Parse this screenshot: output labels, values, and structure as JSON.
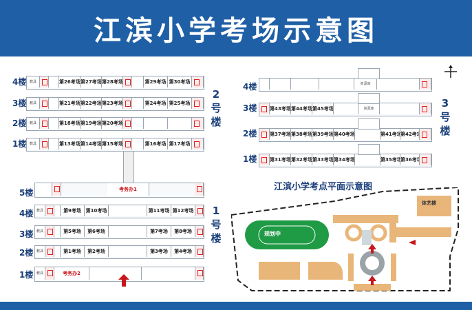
{
  "title": "江滨小学考场示意图",
  "building1": {
    "name": "1号楼",
    "floors": [
      {
        "label": "5楼",
        "rooms": [
          "考务办1"
        ]
      },
      {
        "label": "4楼",
        "rooms": [
          "第9考场",
          "第10考场",
          "第11考场",
          "第12考场"
        ]
      },
      {
        "label": "3楼",
        "rooms": [
          "第5考场",
          "第6考场",
          "第7考场",
          "第8考场"
        ]
      },
      {
        "label": "2楼",
        "rooms": [
          "第1考场",
          "第2考场",
          "第3考场",
          "第4考场"
        ]
      },
      {
        "label": "1楼",
        "rooms": [
          "考务办2"
        ]
      }
    ]
  },
  "building2": {
    "name": "2号楼",
    "floors": [
      {
        "label": "4楼",
        "rooms": [
          "第26考场",
          "第27考场",
          "第28考场",
          "第29考场",
          "第30考场"
        ]
      },
      {
        "label": "3楼",
        "rooms": [
          "第21考场",
          "第22考场",
          "第23考场",
          "第24考场",
          "第25考场"
        ]
      },
      {
        "label": "2楼",
        "rooms": [
          "第18考场",
          "第19考场",
          "第20考场"
        ]
      },
      {
        "label": "1楼",
        "rooms": [
          "第13考场",
          "第14考场",
          "第15考场",
          "第16考场",
          "第17考场"
        ]
      }
    ]
  },
  "building3": {
    "name": "3号楼",
    "floors": [
      {
        "label": "4楼",
        "rooms": []
      },
      {
        "label": "3楼",
        "rooms": [
          "第43考场",
          "第44考场",
          "第45考场"
        ]
      },
      {
        "label": "2楼",
        "rooms": [
          "第37考场",
          "第38考场",
          "第39考场",
          "第40考场",
          "第41考场",
          "第42考场"
        ]
      },
      {
        "label": "1楼",
        "rooms": [
          "第31考场",
          "第32考场",
          "第33考场",
          "第34考场",
          "第35考场",
          "第36考场"
        ]
      }
    ]
  },
  "plan": {
    "title": "江滨小学考点平面示意图",
    "field_label": "规划中",
    "gym_label": "体艺楼"
  },
  "colors": {
    "banner": "#1f5fa6",
    "accent_red": "#c8161d",
    "field": "#1f9a45",
    "building": "#e9b67a"
  }
}
